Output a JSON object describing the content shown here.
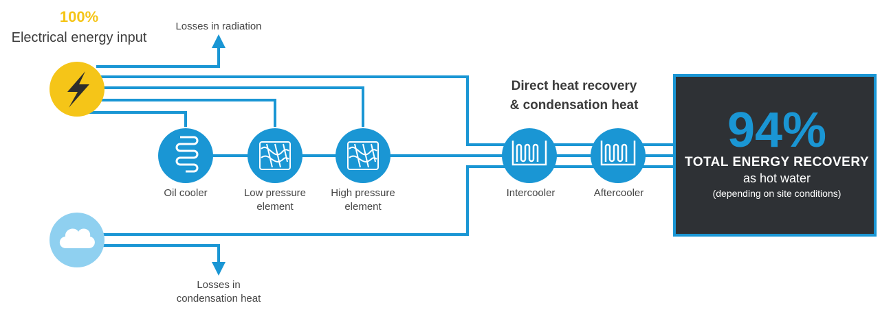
{
  "input": {
    "percentage": "100%",
    "label": "Electrical energy input"
  },
  "losses": {
    "radiation": "Losses in radiation",
    "condensation_line1": "Losses in",
    "condensation_line2": "condensation heat"
  },
  "components": {
    "oil_cooler": "Oil cooler",
    "low_pressure_line1": "Low pressure",
    "low_pressure_line2": "element",
    "high_pressure_line1": "High pressure",
    "high_pressure_line2": "element",
    "intercooler": "Intercooler",
    "aftercooler": "Aftercooler"
  },
  "heat_recovery": {
    "title_line1": "Direct heat recovery",
    "title_line2": "& condensation heat"
  },
  "result": {
    "percentage": "94%",
    "title": "TOTAL ENERGY RECOVERY",
    "subtitle": "as hot water",
    "note": "(depending on site conditions)"
  },
  "colors": {
    "line": "#1a96d4",
    "node": "#1a96d4",
    "energy": "#f5c518",
    "cloud_node": "#8fd0f0",
    "box_bg": "#2e3135",
    "box_border": "#1a96d4",
    "accent_text": "#f5c518"
  },
  "icons": {
    "energy": "lightning-icon",
    "condensation": "cloud-icon",
    "oil_cooler": "serpentine-coil-icon",
    "compressor": "screw-rotor-icon",
    "heat_exchanger": "coil-icon"
  }
}
